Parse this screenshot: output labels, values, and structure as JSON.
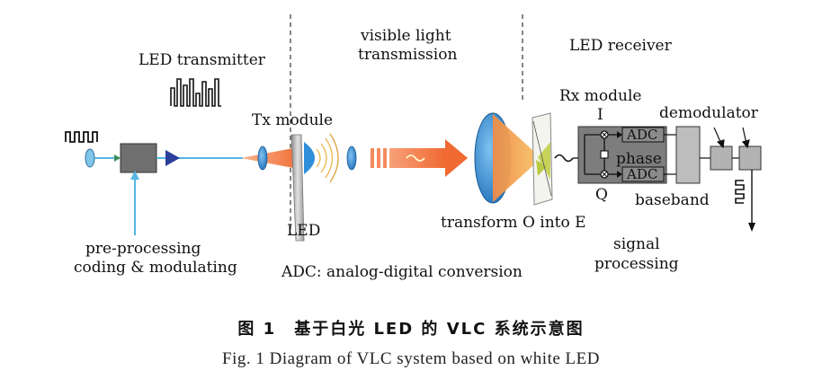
{
  "diagram": {
    "sections": {
      "transmitter": "LED transmitter",
      "channel_line1": "visible light",
      "channel_line2": "transmission",
      "receiver": "LED receiver"
    },
    "labels": {
      "tx_module": "Tx module",
      "led": "LED",
      "preprocessing_line1": "pre-processing",
      "preprocessing_line2": "coding & modulating",
      "adc_note": "ADC: analog-digital conversion",
      "transform": "transform O into E",
      "rx_module": "Rx module",
      "i_branch": "I",
      "q_branch": "Q",
      "adc_top": "ADC",
      "adc_bottom": "ADC",
      "phase": "phase",
      "baseband": "baseband",
      "demodulator": "demodulator",
      "signal_line1": "signal",
      "signal_line2": "processing"
    },
    "colors": {
      "beam": "#f58a5e",
      "lens": "#2f8fdb",
      "line": "#55b6e6",
      "box": "#7d7d7d",
      "light_box": "#bdbdbd"
    }
  },
  "caption": {
    "chinese": "图 1　基于白光 LED 的 VLC 系统示意图",
    "english": "Fig. 1  Diagram of VLC system based on white LED"
  }
}
